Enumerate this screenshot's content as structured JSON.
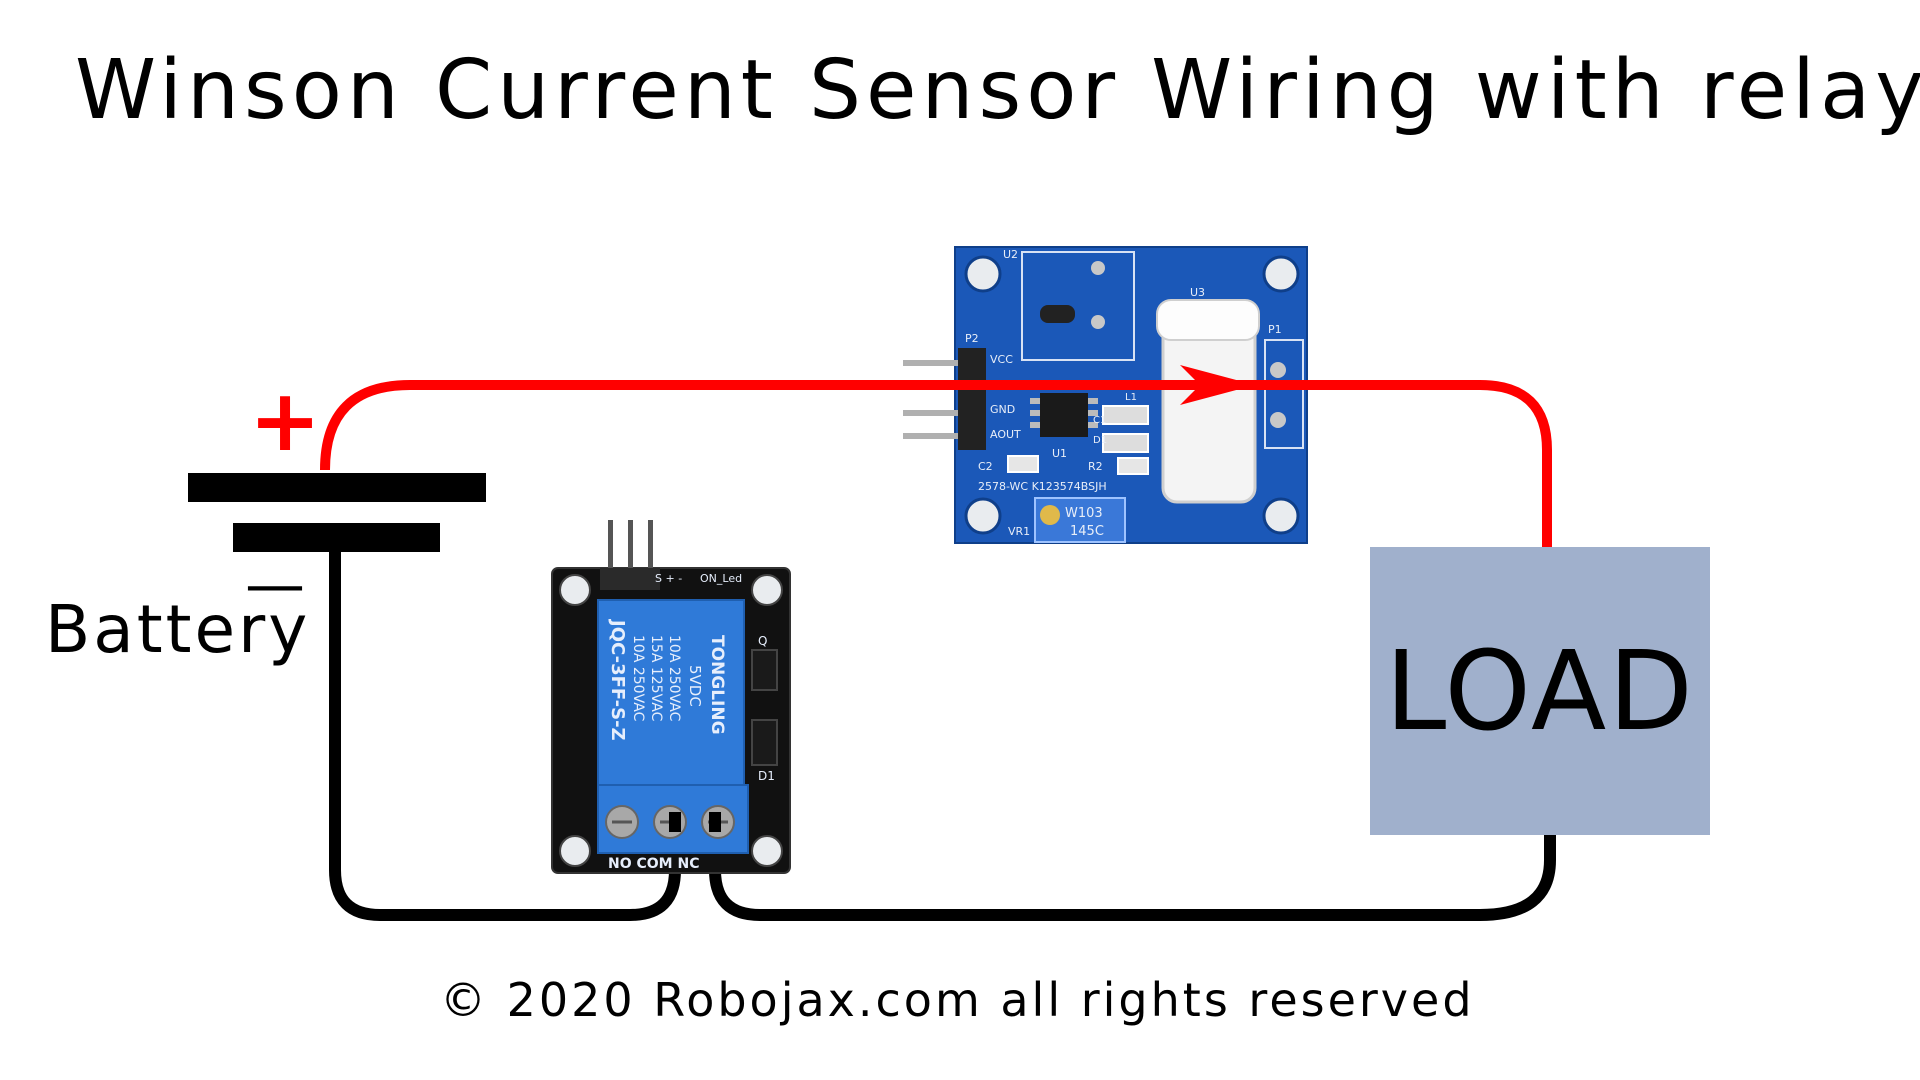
{
  "title": "Winson Current Sensor Wiring with relay",
  "battery": {
    "label": "Battery",
    "plus_symbol": "+",
    "minus_symbol": "—"
  },
  "load": {
    "label": "LOAD"
  },
  "footer": "© 2020 Robojax.com all rights reserved",
  "sensor_board": {
    "labels": {
      "u2": "U2",
      "u3": "U3",
      "p1": "P1",
      "p2": "P2",
      "vcc": "VCC",
      "gnd": "GND",
      "aout": "AOUT",
      "c2": "C2",
      "u1": "U1",
      "r2": "R2",
      "vr1": "VR1",
      "l1": "L1",
      "d1": "D1",
      "c1": "C1",
      "part_number": "2578-WC K123574BSJH",
      "pot_code_1": "W103",
      "pot_code_2": "145C"
    }
  },
  "relay_module": {
    "labels": {
      "brand": "TONGLING",
      "voltage": "5VDC",
      "rating_1": "10A 250VAC",
      "rating_2": "15A 125VAC",
      "rating_3": "10A 250VAC",
      "model": "JQC-3FF-S-Z",
      "terminals": "NO COM NC",
      "pins": "S + -",
      "led": "ON_Led",
      "d1": "D1",
      "q": "Q"
    }
  },
  "colors": {
    "positive_wire": "#ff0000",
    "negative_wire": "#000000",
    "pcb_blue": "#1b58b8",
    "relay_blue": "#2f7ad8",
    "load_fill": "#a0b0cc"
  }
}
